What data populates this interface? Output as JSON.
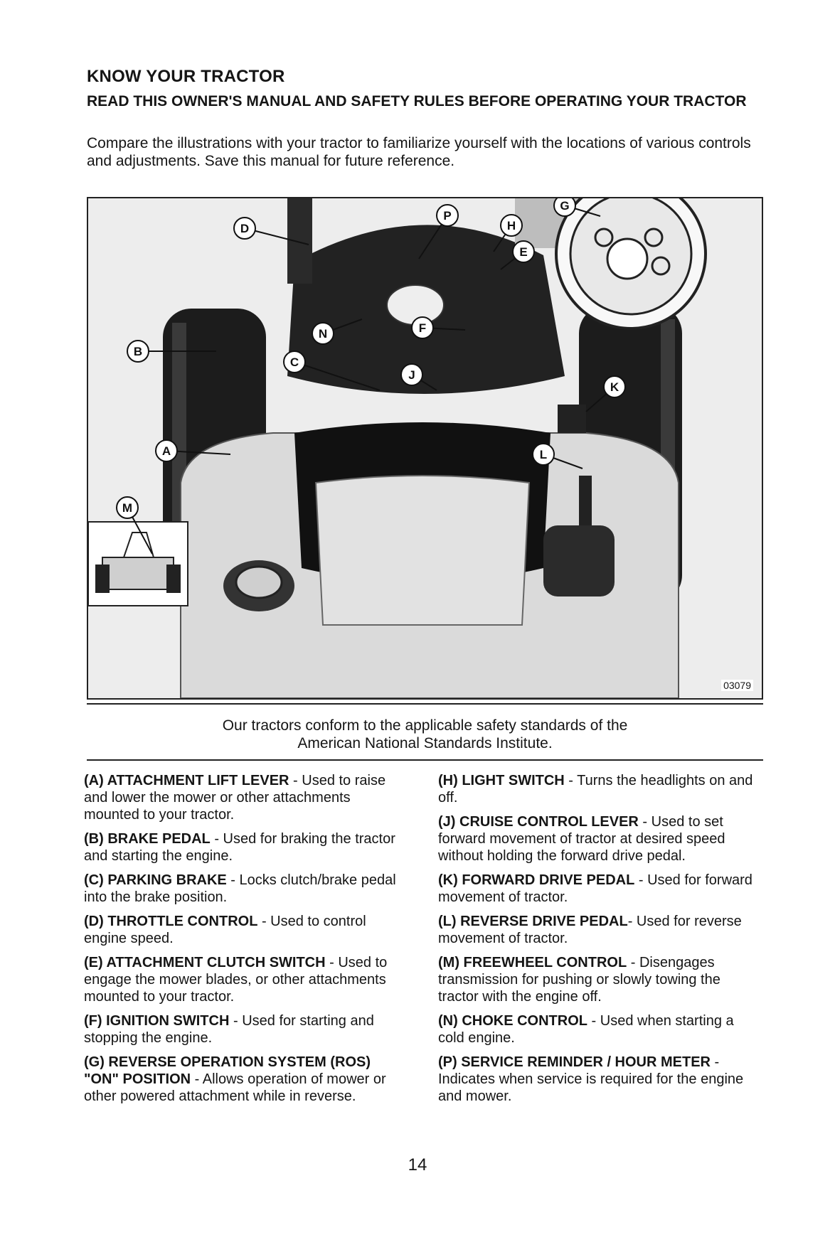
{
  "header": {
    "title": "KNOW YOUR TRACTOR",
    "subtitle": "READ THIS OWNER'S MANUAL AND SAFETY RULES BEFORE OPERATING YOUR TRACTOR",
    "intro": "Compare the illustrations with your tractor to familiarize yourself with the locations of various controls and adjustments. Save this manual for future reference."
  },
  "figure": {
    "code": "03079",
    "callouts": [
      "P",
      "G",
      "D",
      "H",
      "E",
      "B",
      "N",
      "F",
      "C",
      "J",
      "K",
      "A",
      "L",
      "M"
    ]
  },
  "standards_note": {
    "line1": "Our tractors conform to the applicable safety standards of the",
    "line2": "American National Standards Institute."
  },
  "left_entries": [
    {
      "title": "(A) ATTACHMENT LIFT LEVER",
      "desc": " - Used to raise and lower the mower or other attachments mounted to your tractor."
    },
    {
      "title": "(B) BRAKE PEDAL",
      "desc": " - Used for braking the tractor and starting the engine."
    },
    {
      "title": "(C) PARKING BRAKE",
      "desc": " - Locks clutch/brake pedal into the brake position."
    },
    {
      "title": "(D) THROTTLE CONTROL",
      "desc": " - Used to control engine speed."
    },
    {
      "title": "(E) ATTACHMENT CLUTCH SWITCH",
      "desc": " - Used to engage the mower blades, or other attachments mounted to your tractor."
    },
    {
      "title": "(F) IGNITION SWITCH",
      "desc": " - Used for starting and stopping the engine."
    },
    {
      "title": "(G) REVERSE OPERATION SYSTEM (ROS) \"ON\" POSITION",
      "desc": " - Allows operation of mower or other powered attachment while in reverse."
    }
  ],
  "right_entries": [
    {
      "title": "(H) LIGHT SWITCH",
      "desc": " - Turns the headlights on and off."
    },
    {
      "title": "(J) CRUISE CONTROL LEVER",
      "desc": " - Used to set forward movement of tractor at desired speed without holding the forward drive pedal."
    },
    {
      "title": "(K) FORWARD DRIVE PEDAL",
      "desc": " - Used for forward movement of tractor."
    },
    {
      "title": "(L) REVERSE DRIVE PEDAL",
      "desc": "- Used for reverse movement of tractor."
    },
    {
      "title": "(M) FREEWHEEL CONTROL",
      "desc": " - Disengages transmission for pushing or slowly towing the tractor with the engine off."
    },
    {
      "title": "(N) CHOKE CONTROL",
      "desc": " - Used when starting a cold engine."
    },
    {
      "title": "(P) SERVICE REMINDER / HOUR METER",
      "desc": " - Indicates when service is required for the engine and mower."
    }
  ],
  "footer": {
    "page_number": "14"
  }
}
